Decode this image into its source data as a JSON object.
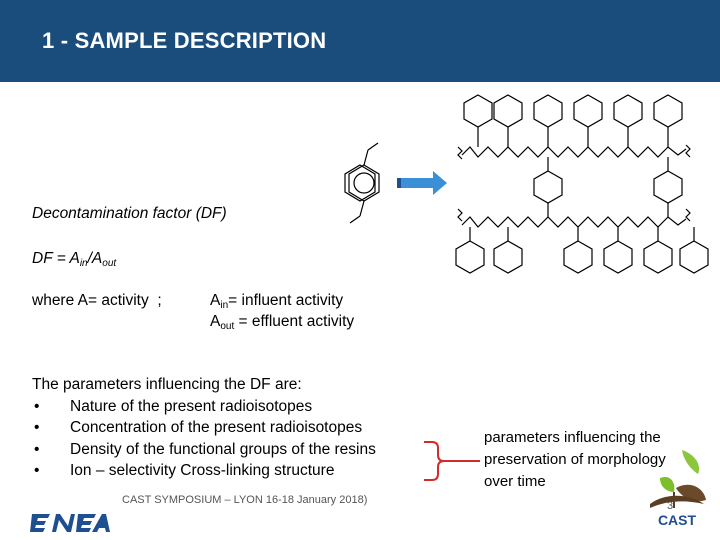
{
  "header": {
    "title": "1 - SAMPLE DESCRIPTION"
  },
  "df": {
    "heading": "Decontamination factor (DF)",
    "formula_prefix": "DF = A",
    "sub_in": "in",
    "formula_mid": "/A",
    "sub_out": "out",
    "where_label": "where A= activity",
    "separator": ";",
    "ain_prefix": "A",
    "ain_sub": "in",
    "ain_text": "= influent activity",
    "aout_prefix": "A",
    "aout_sub": "out",
    "aout_text": " = effluent activity"
  },
  "parameters": {
    "intro": "The parameters influencing the DF are:",
    "bullet": "•",
    "items": [
      "Nature of the present radioisotopes",
      "Concentration of the present radioisotopes",
      "Density of the functional groups of the resins",
      "Ion – selectivity Cross-linking structure"
    ]
  },
  "morphology": {
    "lines": [
      "parameters influencing  the",
      "preservation of morphology",
      "over time"
    ]
  },
  "footer": {
    "text": "CAST SYMPOSIUM – LYON 16-18 January 2018)",
    "page": "3",
    "logo_enea": "ENEA",
    "logo_cast": "CAST"
  },
  "colors": {
    "header_bg": "#1a4d7c",
    "arrow": "#3a8fd6",
    "brace": "#d22b2b",
    "enea_blue": "#1d4f91",
    "cast_green": "#7cbf2a"
  }
}
